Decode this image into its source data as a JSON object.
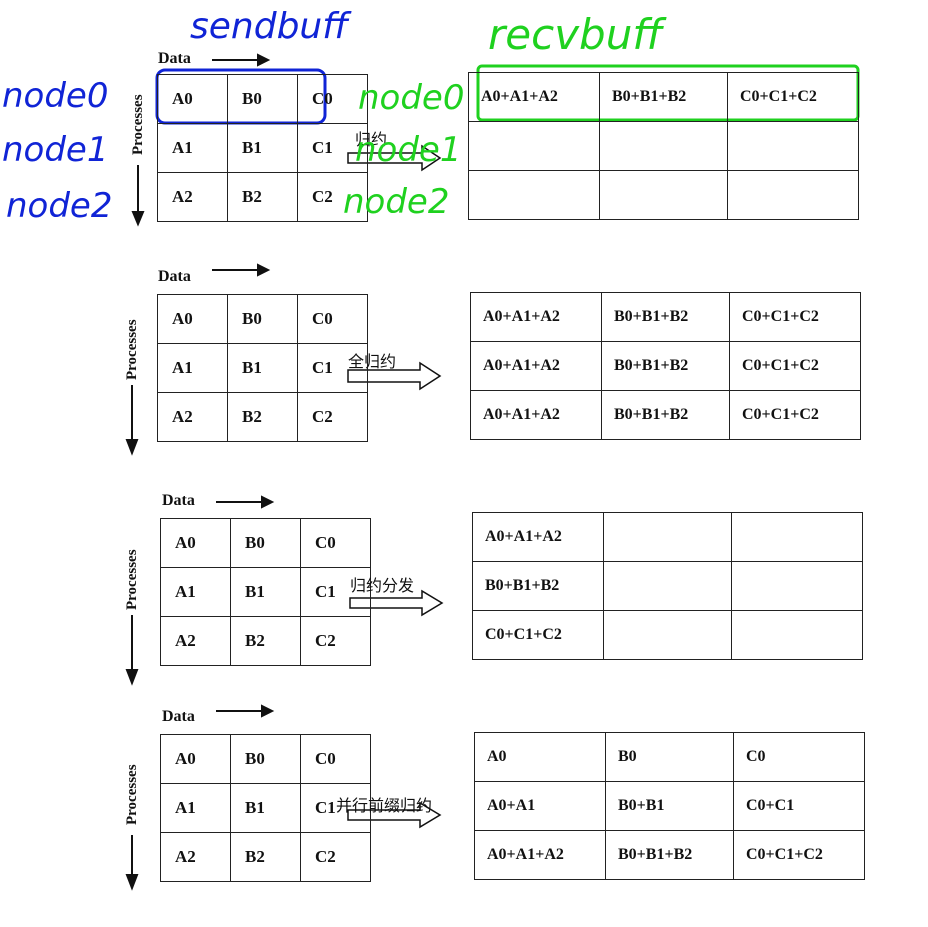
{
  "labels": {
    "data": "Data",
    "processes": "Processes"
  },
  "src_grid": [
    [
      "A0",
      "B0",
      "C0"
    ],
    [
      "A1",
      "B1",
      "C1"
    ],
    [
      "A2",
      "B2",
      "C2"
    ]
  ],
  "ops": [
    {
      "name": "归约",
      "result": [
        [
          "A0+A1+A2",
          "B0+B1+B2",
          "C0+C1+C2"
        ],
        [
          "",
          "",
          ""
        ],
        [
          "",
          "",
          ""
        ]
      ]
    },
    {
      "name": "全归约",
      "result": [
        [
          "A0+A1+A2",
          "B0+B1+B2",
          "C0+C1+C2"
        ],
        [
          "A0+A1+A2",
          "B0+B1+B2",
          "C0+C1+C2"
        ],
        [
          "A0+A1+A2",
          "B0+B1+B2",
          "C0+C1+C2"
        ]
      ]
    },
    {
      "name": "归约分发",
      "result": [
        [
          "A0+A1+A2",
          "",
          ""
        ],
        [
          "B0+B1+B2",
          "",
          ""
        ],
        [
          "C0+C1+C2",
          "",
          ""
        ]
      ]
    },
    {
      "name": "并行前缀归约",
      "result": [
        [
          "A0",
          "B0",
          "C0"
        ],
        [
          "A0+A1",
          "B0+B1",
          "C0+C1"
        ],
        [
          "A0+A1+A2",
          "B0+B1+B2",
          "C0+C1+C2"
        ]
      ]
    }
  ],
  "annotations": {
    "sendbuff": "sendbuff",
    "recvbuff": "recvbuff",
    "left_nodes": [
      "node0",
      "node1",
      "node2"
    ],
    "mid_nodes": [
      "node0",
      "node1",
      "node2"
    ],
    "blue_color": "#1024d6",
    "green_color": "#1fd11f"
  }
}
